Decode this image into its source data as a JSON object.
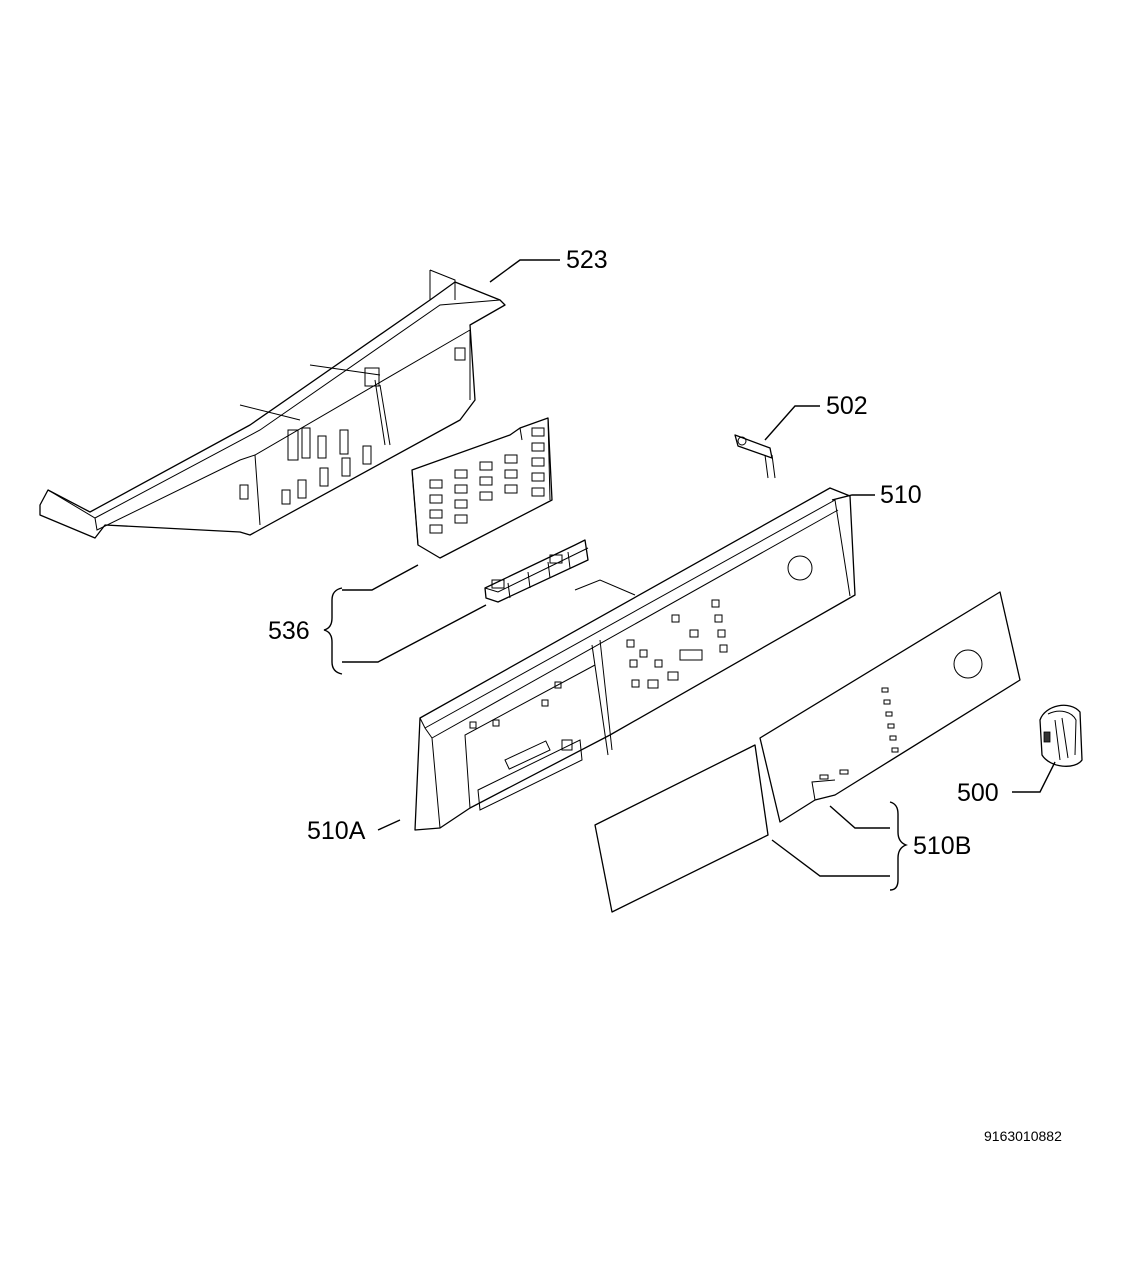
{
  "callouts": {
    "p523": "523",
    "p502": "502",
    "p510": "510",
    "p536": "536",
    "p510a": "510A",
    "p500": "500",
    "p510b": "510B"
  },
  "drawing_code": "9163010882",
  "colors": {
    "line": "#000000",
    "background": "#ffffff"
  }
}
